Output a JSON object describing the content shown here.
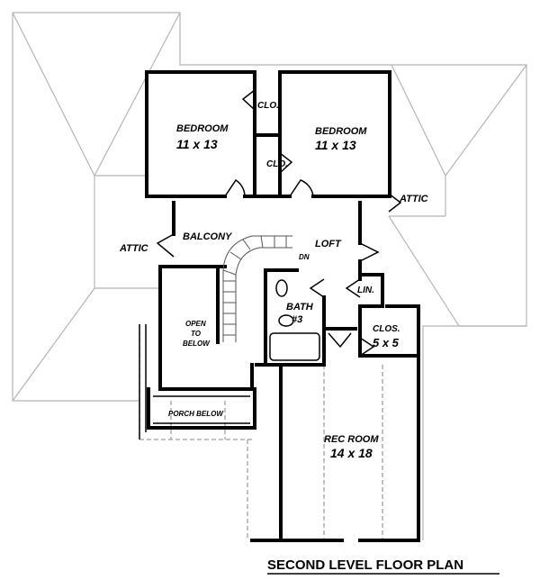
{
  "plan": {
    "title": "SECOND LEVEL FLOOR PLAN",
    "rooms": {
      "bedroom_left": {
        "name": "BEDROOM",
        "size": "11 x 13"
      },
      "bedroom_right": {
        "name": "BEDROOM",
        "size": "11 x 13"
      },
      "clo_top": "CLO.",
      "clo_bottom": "CLO.",
      "attic_right": "ATTIC",
      "attic_left": "ATTIC",
      "balcony": "BALCONY",
      "loft": "LOFT",
      "dn": "DN",
      "lin": "LIN.",
      "bath": {
        "name": "BATH",
        "number": "#3"
      },
      "clos": {
        "name": "CLOS.",
        "size": "5 x 5"
      },
      "open_to_below": [
        "OPEN",
        "TO",
        "BELOW"
      ],
      "porch_below": "PORCH BELOW",
      "rec_room": {
        "name": "REC ROOM",
        "size": "14 x 18"
      }
    }
  }
}
